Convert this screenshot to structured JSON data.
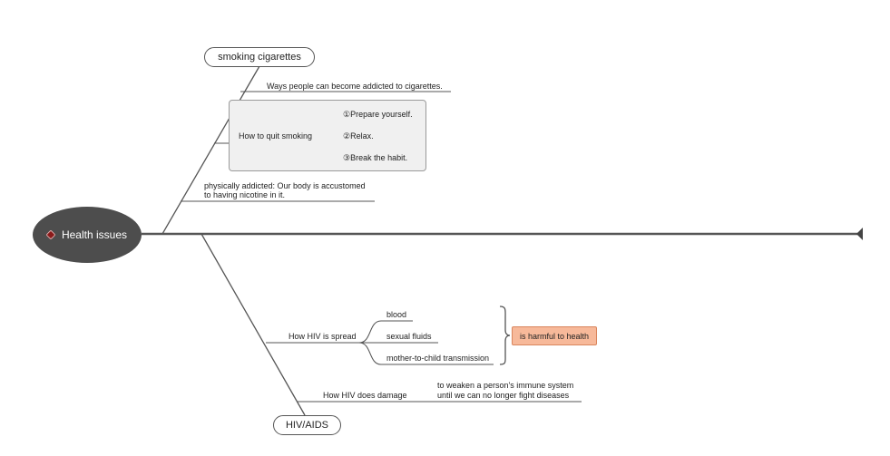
{
  "root": {
    "label": "Health issues",
    "icon": "gem-icon"
  },
  "branches": {
    "smoking": {
      "label": "smoking cigarettes",
      "ways": "Ways people can become addicted to cigarettes.",
      "quit_label": "How to quit smoking",
      "steps": [
        "①Prepare yourself.",
        "②Relax.",
        "③Break the habit."
      ],
      "physical_line1": "physically addicted: Our body is accustomed",
      "physical_line2": "to having nicotine in it."
    },
    "hiv": {
      "label": "HIV/AIDS",
      "spread_label": "How HIV is spread",
      "spread_items": [
        "blood",
        "sexual fluids",
        "mother-to-child transmission"
      ],
      "summary": "is harmful to health",
      "damage_label": "How HIV does damage",
      "damage_line1": "to weaken a person's immune system",
      "damage_line2": "until we can no longer fight diseases"
    }
  },
  "colors": {
    "line": "#555555",
    "root_fill": "#4d4d4d",
    "summary_fill": "#f7b99a",
    "summary_border": "#d9855c",
    "group_fill": "#f0f0f0"
  }
}
